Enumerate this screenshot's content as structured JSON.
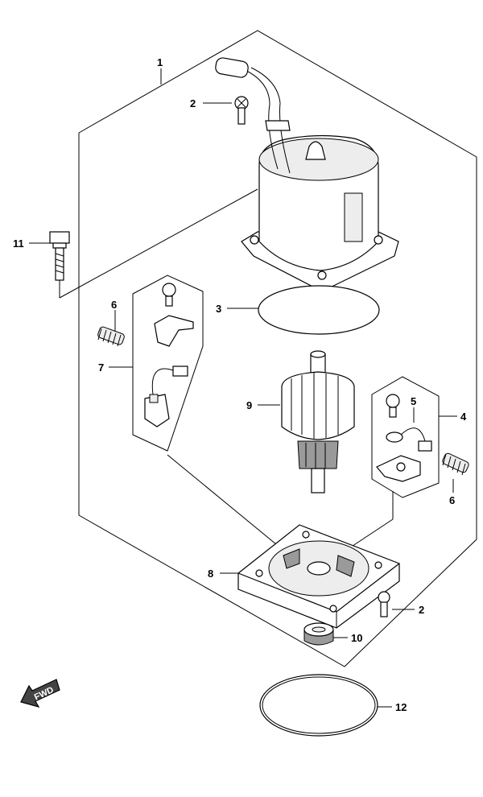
{
  "callouts": {
    "c1": "1",
    "c2a": "2",
    "c2b": "2",
    "c3": "3",
    "c4": "4",
    "c5": "5",
    "c6a": "6",
    "c6b": "6",
    "c7": "7",
    "c8": "8",
    "c9": "9",
    "c10": "10",
    "c11": "11",
    "c12": "12"
  },
  "fwd_label": "FWD"
}
